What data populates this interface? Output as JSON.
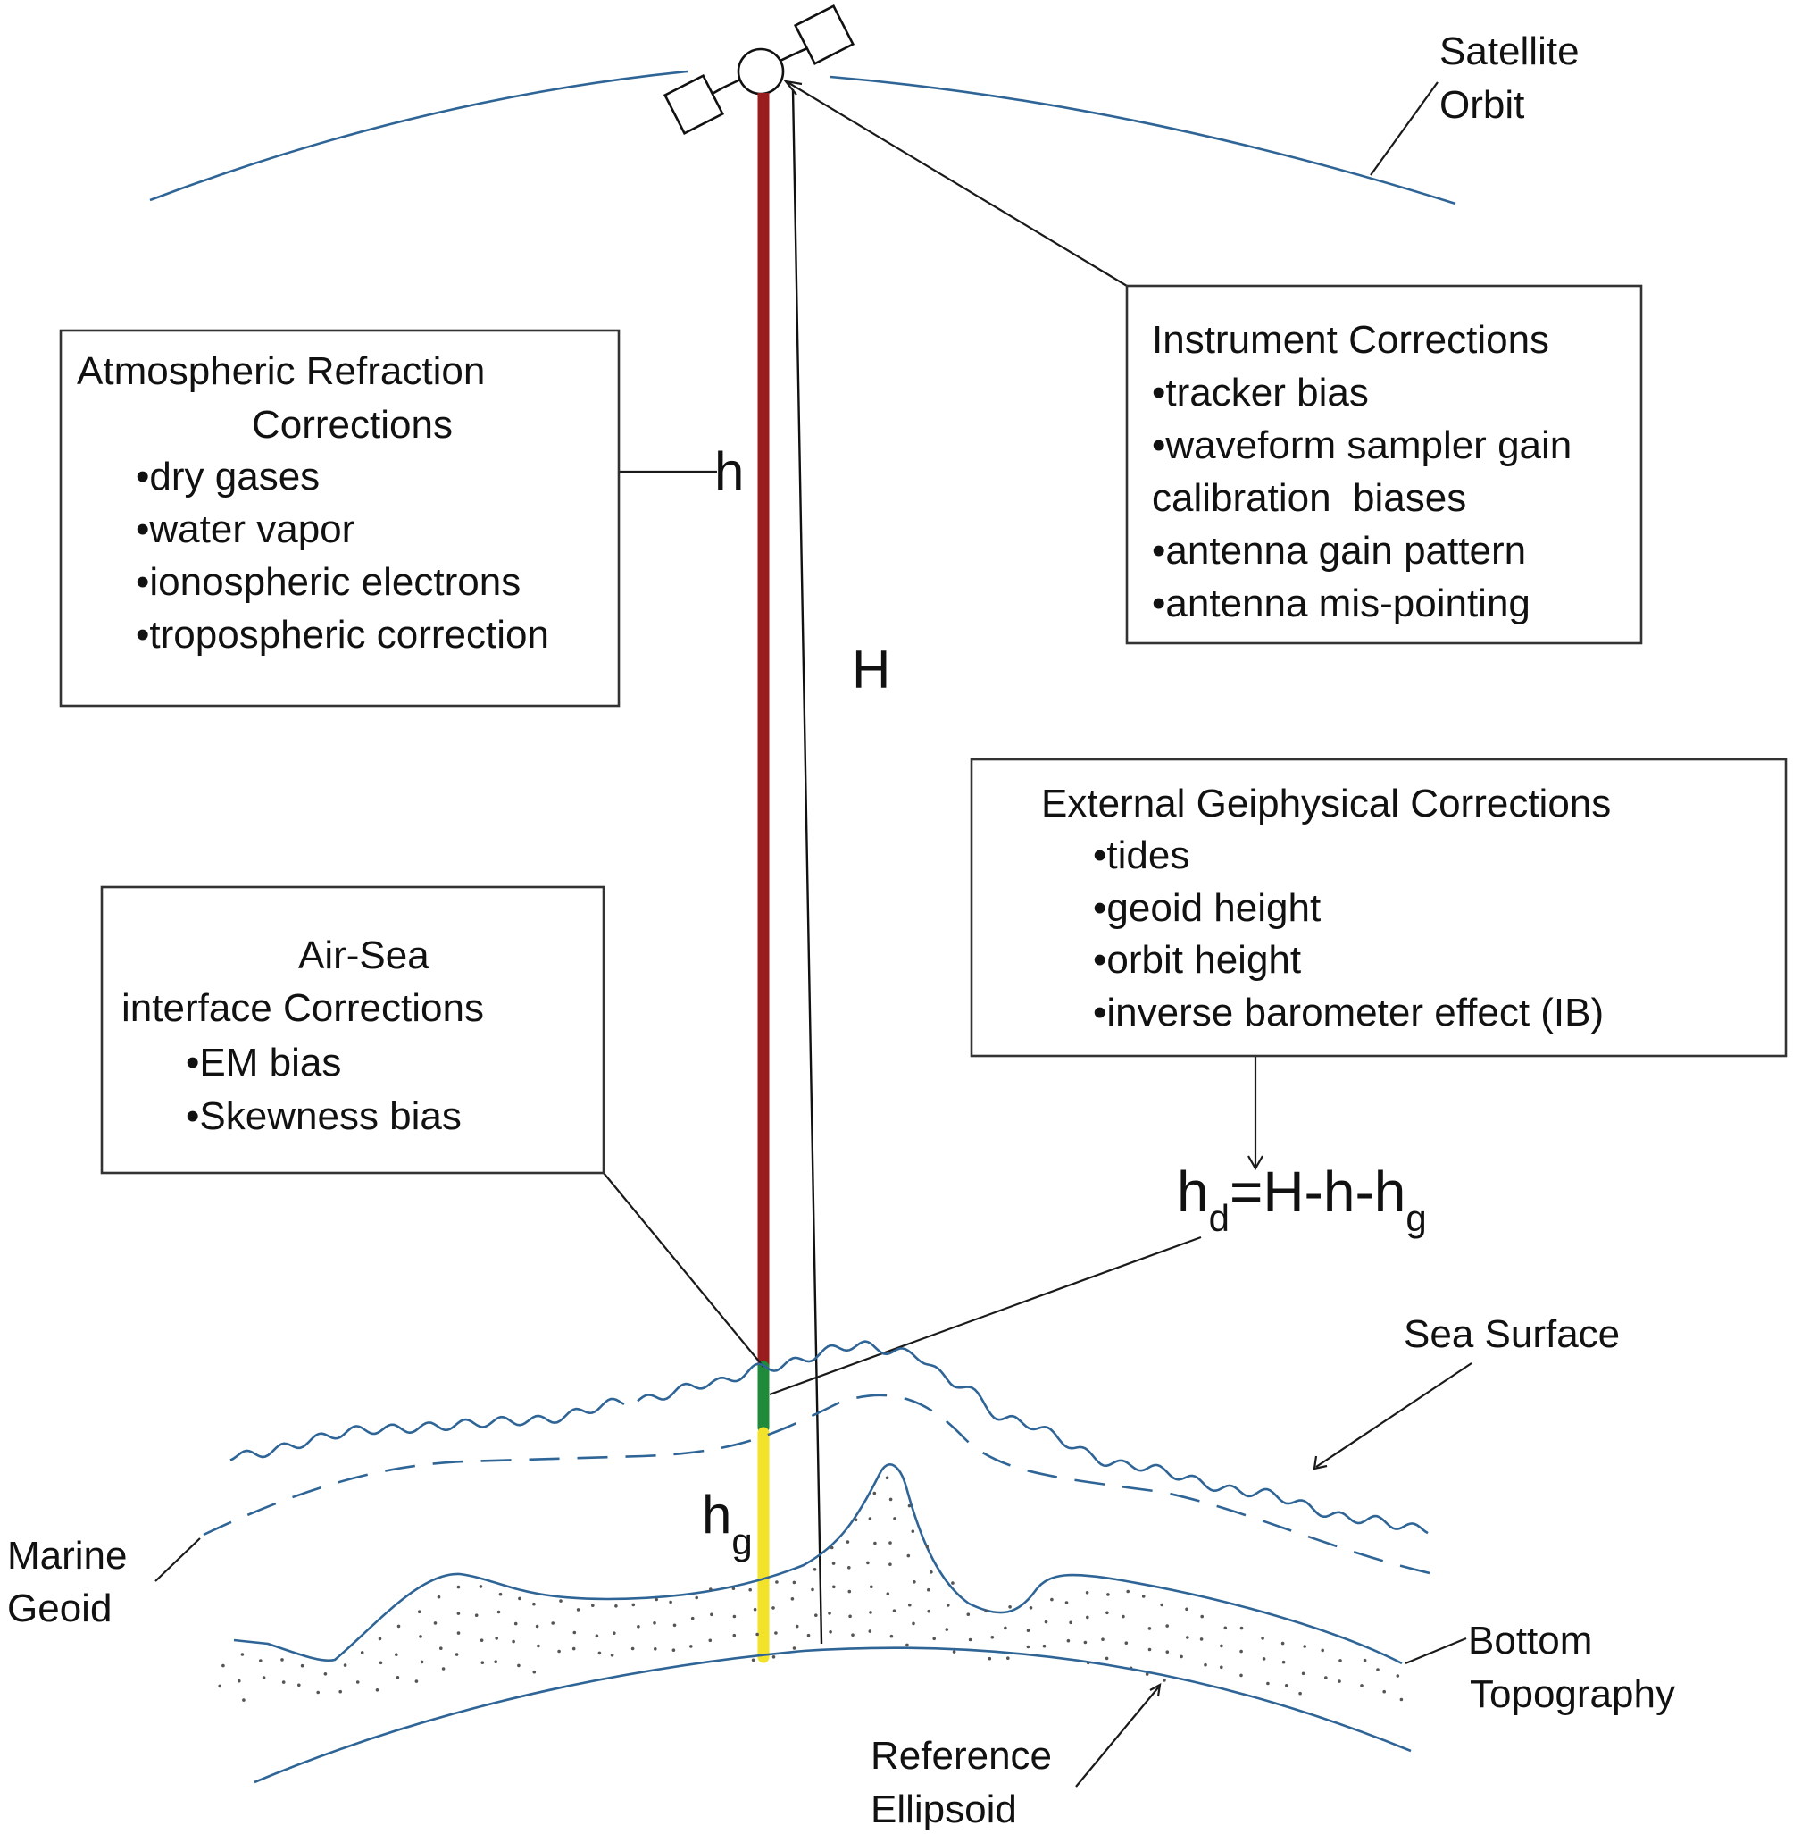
{
  "labels": {
    "satellite_orbit": [
      "Satellite",
      "Orbit"
    ],
    "sea_surface": "Sea Surface",
    "marine_geoid": [
      "Marine",
      "Geoid"
    ],
    "bottom_topography": [
      "Bottom",
      "Topography"
    ],
    "reference_ellipsoid": [
      "Reference",
      "Ellipsoid"
    ],
    "h": "h",
    "H": "H",
    "hg": {
      "main": "h",
      "sub": "g"
    }
  },
  "formula": {
    "parts": [
      {
        "t": "h",
        "sub": false
      },
      {
        "t": "d",
        "sub": true
      },
      {
        "t": "=H-h-h",
        "sub": false
      },
      {
        "t": "g",
        "sub": true
      }
    ]
  },
  "boxes": {
    "atmospheric": {
      "title": [
        "Atmospheric Refraction",
        "Corrections"
      ],
      "items": [
        "•dry gases",
        "•water vapor",
        "•ionospheric electrons",
        "•tropospheric correction"
      ]
    },
    "instrument": {
      "title": [
        "Instrument Corrections"
      ],
      "items": [
        "•tracker bias",
        "•waveform sampler gain",
        "calibration  biases",
        "•antenna gain pattern",
        "•antenna mis-pointing"
      ]
    },
    "external": {
      "title": [
        "External Geiphysical Corrections"
      ],
      "items": [
        "•tides",
        "•geoid height",
        "•orbit height",
        "•inverse barometer effect (IB)"
      ]
    },
    "airsea": {
      "title": [
        "Air-Sea",
        "interface Corrections"
      ],
      "items": [
        "•EM bias",
        "•Skewness bias"
      ]
    }
  },
  "colors": {
    "range_red": "#9b1c1c",
    "range_green": "#1f8a3a",
    "range_yellow": "#f2e22a",
    "curve_blue": "#2f6596"
  }
}
